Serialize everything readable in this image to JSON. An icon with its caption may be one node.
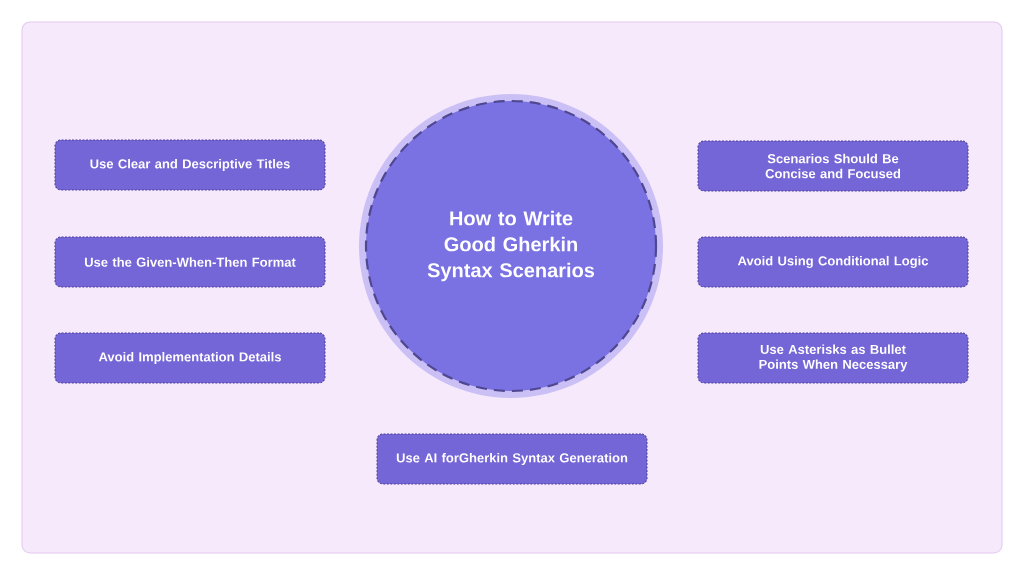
{
  "diagram": {
    "nodes": [
      {
        "text": [
          "How to Write Good Gherkin Syntax Scenarios"
        ]
      },
      {
        "text": [
          "Use Clear and Descriptive Titles"
        ]
      },
      {
        "text": [
          "Use the Given-When-Then Format"
        ]
      },
      {
        "text": [
          "Avoid Implementation Details"
        ]
      },
      {
        "text": [
          "Scenarios Should Be Concise and Focused"
        ]
      },
      {
        "text": [
          "Avoid Using Conditional Logic"
        ]
      },
      {
        "text": [
          "Use Asterisks as Bullet Points When Necessary"
        ]
      },
      {
        "text": [
          "Use AI forGherkin Syntax Generation"
        ]
      }
    ]
  }
}
